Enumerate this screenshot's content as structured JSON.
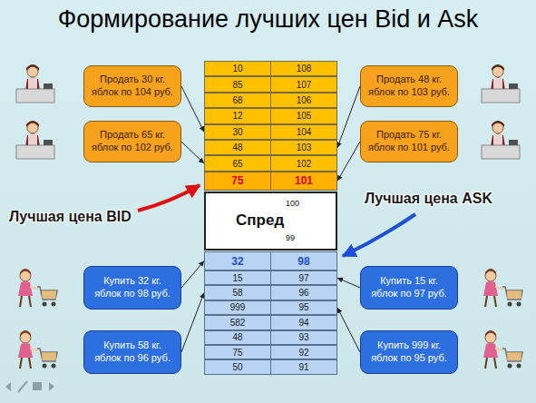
{
  "diagram": {
    "title": "Формирование лучших цен Bid и Ask",
    "nodes": [
      {
        "text": [
          "Продать 30 кг. яблок по 104 руб."
        ]
      },
      {
        "text": [
          "Продать 48 кг. яблок по 103 руб."
        ]
      },
      {
        "text": [
          "Продать 65 кг. яблок по 102 руб."
        ]
      },
      {
        "text": [
          "Продать 75 кг. яблок по 101 руб."
        ]
      },
      {
        "text": [
          "10",
          "108"
        ]
      },
      {
        "text": [
          "85",
          "107"
        ]
      },
      {
        "text": [
          "68",
          "106"
        ]
      },
      {
        "text": [
          "12",
          "105"
        ]
      },
      {
        "text": [
          "30",
          "104"
        ]
      },
      {
        "text": [
          "48",
          "103"
        ]
      },
      {
        "text": [
          "65",
          "102"
        ]
      },
      {
        "text": [
          "75",
          "101"
        ]
      },
      {
        "text": [
          "Спред",
          "100",
          "99"
        ]
      },
      {
        "text": [
          "32",
          "98"
        ]
      },
      {
        "text": [
          "15",
          "97"
        ]
      },
      {
        "text": [
          "58",
          "96"
        ]
      },
      {
        "text": [
          "999",
          "95"
        ]
      },
      {
        "text": [
          "582",
          "94"
        ]
      },
      {
        "text": [
          "48",
          "93"
        ]
      },
      {
        "text": [
          "75",
          "92"
        ]
      },
      {
        "text": [
          "50",
          "91"
        ]
      },
      {
        "text": [
          "Купить 32 кг. яблок по 98 руб."
        ]
      },
      {
        "text": [
          "Купить 15 кг. яблок по 97 руб."
        ]
      },
      {
        "text": [
          "Купить 58 кг. яблок по 96 руб."
        ]
      },
      {
        "text": [
          "Купить 999 кг. яблок по 95 руб."
        ]
      }
    ],
    "edges": [
      {
        "from": 0,
        "to": 8,
        "arrow": "to"
      },
      {
        "from": 1,
        "to": 9,
        "arrow": "to"
      },
      {
        "from": 2,
        "to": 10,
        "arrow": "to"
      },
      {
        "from": 3,
        "to": 11,
        "arrow": "to"
      },
      {
        "from": 21,
        "to": 13,
        "arrow": "to"
      },
      {
        "from": 22,
        "to": 14,
        "arrow": "to"
      },
      {
        "from": 23,
        "to": 15,
        "arrow": "to"
      },
      {
        "from": 24,
        "to": 16,
        "arrow": "to"
      }
    ],
    "labels": [
      "Лучшая цена BID",
      "Лучшая цена ASK"
    ]
  }
}
